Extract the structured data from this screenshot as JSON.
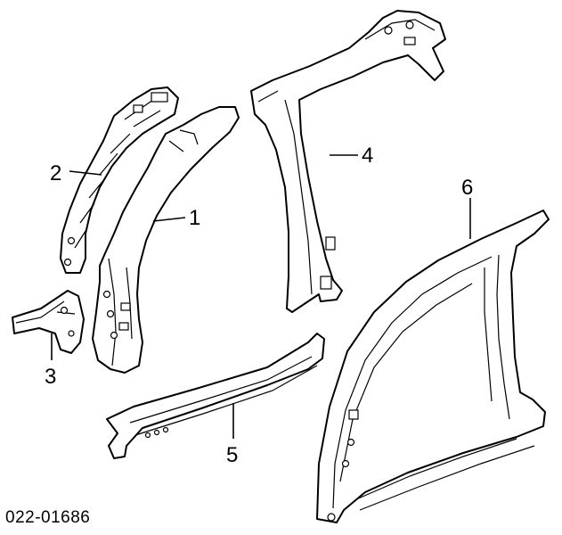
{
  "callouts": {
    "part_1": "1",
    "part_2": "2",
    "part_3": "3",
    "part_4": "4",
    "part_5": "5",
    "part_6": "6"
  },
  "diagram_code": "022-01686"
}
